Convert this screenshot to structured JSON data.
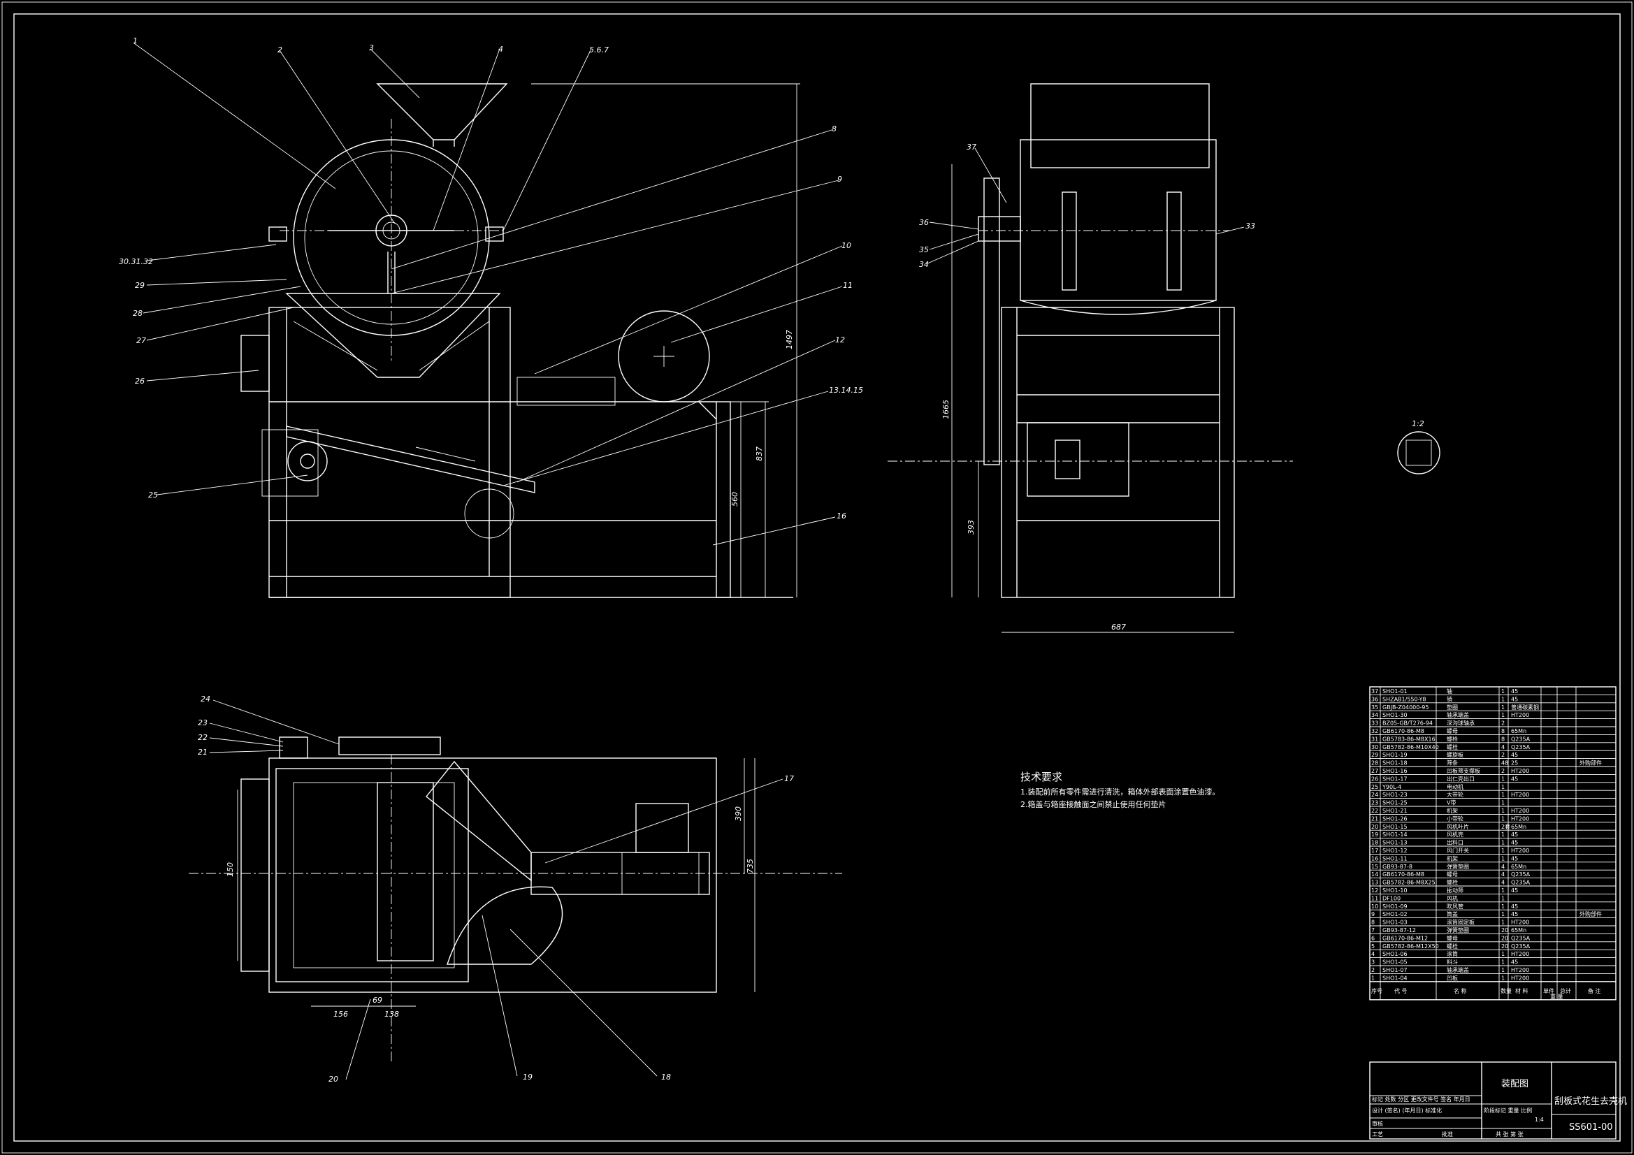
{
  "leaders": [
    {
      "text": "1"
    },
    {
      "text": "2"
    },
    {
      "text": "3"
    },
    {
      "text": "4"
    },
    {
      "text": "5.6.7"
    },
    {
      "text": "8"
    },
    {
      "text": "9"
    },
    {
      "text": "10"
    },
    {
      "text": "11"
    },
    {
      "text": "12"
    },
    {
      "text": "13.14.15"
    },
    {
      "text": "16"
    },
    {
      "text": "30.31.32"
    },
    {
      "text": "29"
    },
    {
      "text": "28"
    },
    {
      "text": "27"
    },
    {
      "text": "26"
    },
    {
      "text": "25"
    },
    {
      "text": "37"
    },
    {
      "text": "36"
    },
    {
      "text": "35"
    },
    {
      "text": "34"
    },
    {
      "text": "33"
    },
    {
      "text": "24"
    },
    {
      "text": "23"
    },
    {
      "text": "22"
    },
    {
      "text": "21"
    },
    {
      "text": "17"
    },
    {
      "text": "20"
    },
    {
      "text": "19"
    },
    {
      "text": "18"
    }
  ],
  "dimensions": {
    "front": [
      "1497",
      "837",
      "560"
    ],
    "side": [
      "1665",
      "393",
      "687"
    ],
    "top": [
      "390",
      "735",
      "150",
      "156",
      "69",
      "138"
    ]
  },
  "detail_scale": "1:2",
  "technical_requirements": {
    "title": "技术要求",
    "items": [
      "1.装配前所有零件需进行清洗，箱体外部表面涂置色油漆。",
      "2.箱盖与箱座接触面之间禁止使用任何垫片"
    ]
  },
  "parts_list": [
    {
      "no": "37",
      "code": "SHO1-01",
      "name": "轴",
      "qty": "1",
      "material": "45",
      "remark": ""
    },
    {
      "no": "36",
      "code": "SHZAB1/550-Y8",
      "name": "销",
      "qty": "1",
      "material": "45",
      "remark": ""
    },
    {
      "no": "35",
      "code": "GBJB-Z04000-95",
      "name": "垫圈",
      "qty": "1",
      "material": "普通碳素钢",
      "remark": ""
    },
    {
      "no": "34",
      "code": "SHO1-30",
      "name": "轴承端盖",
      "qty": "1",
      "material": "HT200",
      "remark": ""
    },
    {
      "no": "33",
      "code": "BZ05-GB/T276-94",
      "name": "深沟球轴承",
      "qty": "2",
      "material": "",
      "remark": ""
    },
    {
      "no": "32",
      "code": "GB6170-86-M8",
      "name": "螺母",
      "qty": "8",
      "material": "65Mn",
      "remark": ""
    },
    {
      "no": "31",
      "code": "GB5783-86-M8X16",
      "name": "螺栓",
      "qty": "8",
      "material": "Q235A",
      "remark": ""
    },
    {
      "no": "30",
      "code": "GB5782-86-M10X40",
      "name": "螺栓",
      "qty": "4",
      "material": "Q235A",
      "remark": ""
    },
    {
      "no": "29",
      "code": "SHO1-19",
      "name": "螺旋板",
      "qty": "2",
      "material": "45",
      "remark": ""
    },
    {
      "no": "28",
      "code": "SHO1-18",
      "name": "筛条",
      "qty": "48",
      "material": "25",
      "remark": "外购部件"
    },
    {
      "no": "27",
      "code": "SHO1-16",
      "name": "凹板筛支撑板",
      "qty": "2",
      "material": "HT200",
      "remark": ""
    },
    {
      "no": "26",
      "code": "SHO1-17",
      "name": "出仁壳出口",
      "qty": "1",
      "material": "45",
      "remark": ""
    },
    {
      "no": "25",
      "code": "Y90L-4",
      "name": "电动机",
      "qty": "1",
      "material": "",
      "remark": ""
    },
    {
      "no": "24",
      "code": "SHO1-23",
      "name": "大带轮",
      "qty": "1",
      "material": "HT200",
      "remark": ""
    },
    {
      "no": "23",
      "code": "SHO1-25",
      "name": "V带",
      "qty": "1",
      "material": "",
      "remark": ""
    },
    {
      "no": "22",
      "code": "SHO1-21",
      "name": "机架",
      "qty": "1",
      "material": "HT200",
      "remark": ""
    },
    {
      "no": "21",
      "code": "SHO1-26",
      "name": "小带轮",
      "qty": "1",
      "material": "HT200",
      "remark": ""
    },
    {
      "no": "20",
      "code": "SHO1-15",
      "name": "风机叶片",
      "qty": "2套",
      "material": "65Mn",
      "remark": ""
    },
    {
      "no": "19",
      "code": "SHO1-14",
      "name": "风机壳",
      "qty": "1",
      "material": "45",
      "remark": ""
    },
    {
      "no": "18",
      "code": "SHO1-13",
      "name": "出料口",
      "qty": "1",
      "material": "45",
      "remark": ""
    },
    {
      "no": "17",
      "code": "SHO1-12",
      "name": "风门开关",
      "qty": "1",
      "material": "HT200",
      "remark": ""
    },
    {
      "no": "16",
      "code": "SHO1-11",
      "name": "机架",
      "qty": "1",
      "material": "45",
      "remark": ""
    },
    {
      "no": "15",
      "code": "GB93-87-8",
      "name": "弹簧垫圈",
      "qty": "4",
      "material": "65Mn",
      "remark": ""
    },
    {
      "no": "14",
      "code": "GB6170-86-M8",
      "name": "螺母",
      "qty": "4",
      "material": "Q235A",
      "remark": ""
    },
    {
      "no": "13",
      "code": "GB5782-86-M8X25",
      "name": "螺栓",
      "qty": "4",
      "material": "Q235A",
      "remark": ""
    },
    {
      "no": "12",
      "code": "SHO1-10",
      "name": "振动筛",
      "qty": "1",
      "material": "45",
      "remark": ""
    },
    {
      "no": "11",
      "code": "DF100",
      "name": "风机",
      "qty": "1",
      "material": "",
      "remark": ""
    },
    {
      "no": "10",
      "code": "SHO1-09",
      "name": "吹风管",
      "qty": "1",
      "material": "45",
      "remark": ""
    },
    {
      "no": "9",
      "code": "SHO1-02",
      "name": "筒盖",
      "qty": "1",
      "material": "45",
      "remark": "外购部件"
    },
    {
      "no": "8",
      "code": "SHO1-03",
      "name": "滚筒固定板",
      "qty": "1",
      "material": "HT200",
      "remark": ""
    },
    {
      "no": "7",
      "code": "GB93-87-12",
      "name": "弹簧垫圈",
      "qty": "20",
      "material": "65Mn",
      "remark": ""
    },
    {
      "no": "6",
      "code": "GB6170-86-M12",
      "name": "螺母",
      "qty": "20",
      "material": "Q235A",
      "remark": ""
    },
    {
      "no": "5",
      "code": "GB5782-86-M12X50",
      "name": "螺栓",
      "qty": "20",
      "material": "Q235A",
      "remark": ""
    },
    {
      "no": "4",
      "code": "SHO1-06",
      "name": "滚筒",
      "qty": "1",
      "material": "HT200",
      "remark": ""
    },
    {
      "no": "3",
      "code": "SHO1-05",
      "name": "料斗",
      "qty": "1",
      "material": "45",
      "remark": ""
    },
    {
      "no": "2",
      "code": "SHO1-07",
      "name": "轴承端盖",
      "qty": "1",
      "material": "HT200",
      "remark": ""
    },
    {
      "no": "1",
      "code": "SHO1-04",
      "name": "凹板",
      "qty": "1",
      "material": "HT200",
      "remark": ""
    }
  ],
  "parts_header": {
    "no": "序号",
    "code": "代 号",
    "name": "名 称",
    "qty": "数量",
    "material": "材 料",
    "unit_weight": "单件",
    "total_weight": "总计",
    "weight": "重 量",
    "remark": "备 注"
  },
  "title_block": {
    "drawing_type": "装配图",
    "title": "刮板式花生去壳机",
    "drawing_no": "SS601-00",
    "scale": "1:4",
    "mark_row": "标记 处数 分区 更改文件号 签名 年月日",
    "design_row": "设计 (签名) (年月日) 标准化",
    "stage_row": "阶段标记 重量 比例",
    "review": "审核",
    "process": "工艺",
    "approve": "批准",
    "sheet": "共 张 第 张"
  }
}
